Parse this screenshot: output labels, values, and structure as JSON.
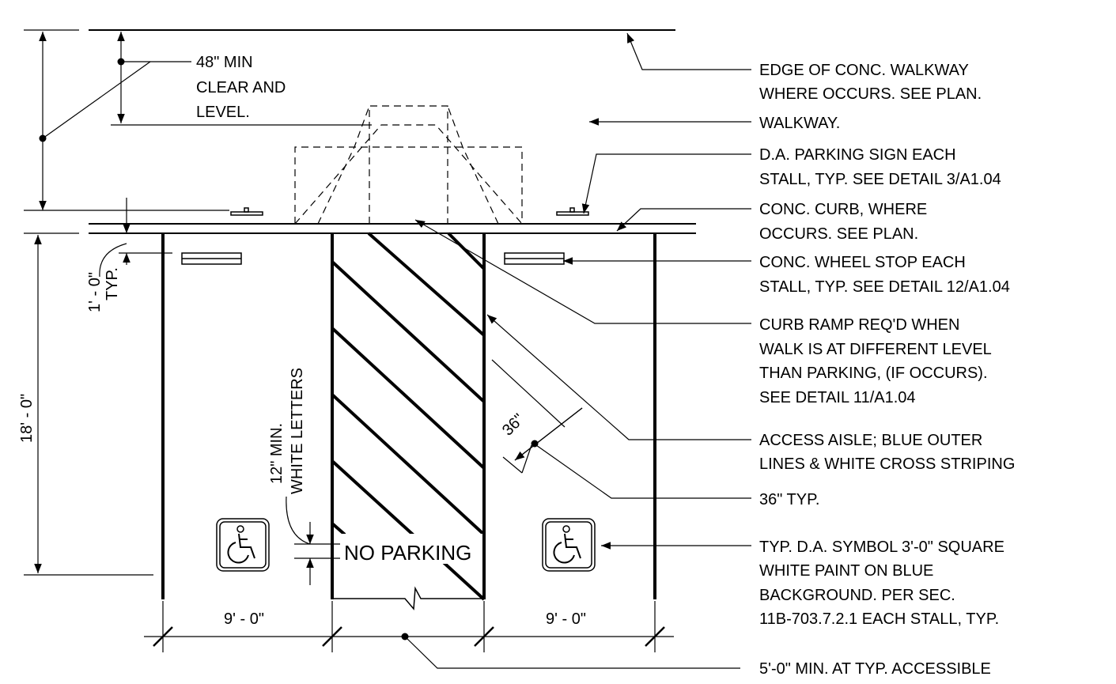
{
  "callouts": {
    "edge_walkway": [
      "EDGE OF CONC. WALKWAY",
      "WHERE OCCURS.  SEE PLAN."
    ],
    "walkway": [
      "WALKWAY."
    ],
    "sign": [
      "D.A. PARKING SIGN EACH",
      "STALL, TYP. SEE DETAIL 3/A1.04"
    ],
    "curb": [
      "CONC. CURB, WHERE",
      "OCCURS.  SEE PLAN."
    ],
    "wheel_stop": [
      "CONC. WHEEL STOP EACH",
      "STALL, TYP. SEE DETAIL 12/A1.04"
    ],
    "curb_ramp": [
      "CURB RAMP REQ'D WHEN",
      "WALK IS AT DIFFERENT LEVEL",
      "THAN PARKING, (IF OCCURS).",
      "SEE DETAIL 11/A1.04"
    ],
    "access_aisle": [
      "ACCESS AISLE; BLUE OUTER",
      "LINES & WHITE CROSS STRIPING"
    ],
    "stripe_typ": [
      "36\" TYP."
    ],
    "da_symbol": [
      "TYP. D.A. SYMBOL 3'-0\" SQUARE",
      "WHITE PAINT ON BLUE",
      "BACKGROUND. PER SEC.",
      "11B-703.7.2.1 EACH STALL, TYP."
    ],
    "aisle_min": [
      "5'-0\" MIN. AT TYP. ACCESSIBLE"
    ],
    "clear_level": [
      "48\" MIN",
      "CLEAR AND",
      "LEVEL."
    ]
  },
  "dimensions": {
    "stall_depth": "18' - 0\"",
    "curb_setback": [
      "1' - 0\"",
      "TYP."
    ],
    "letters": [
      "12\" MIN.",
      "WHITE LETTERS"
    ],
    "stripe_spacing": "36\"",
    "stall_width_left": "9' - 0\"",
    "stall_width_right": "9' - 0\""
  },
  "pavement_text": "NO PARKING",
  "symbols": {
    "wheelchair": "wheelchair-icon"
  }
}
